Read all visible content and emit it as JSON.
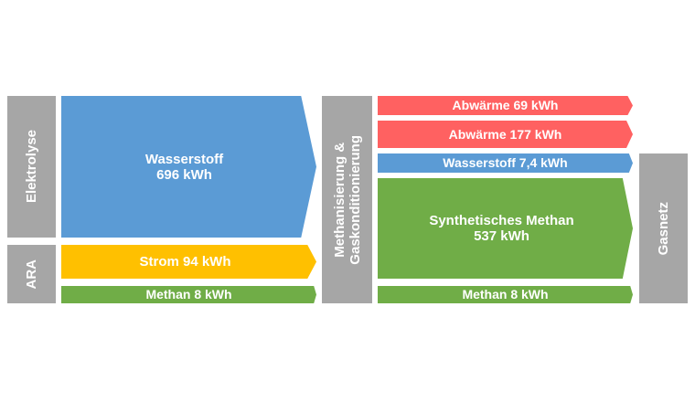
{
  "colors": {
    "grey": "#a6a6a6",
    "blue": "#5b9bd5",
    "orange": "#ffc000",
    "green": "#70ad47",
    "red": "#ff6161"
  },
  "nodes": {
    "elektrolyse": "Elektrolyse",
    "ara": "ARA",
    "methanisierung_line1": "Methanisierung &",
    "methanisierung_line2": "Gaskonditionierung",
    "gasnetz": "Gasnetz"
  },
  "flows_in": {
    "wasserstoff_line1": "Wasserstoff",
    "wasserstoff_line2": "696 kWh",
    "strom": "Strom 94 kWh",
    "methan": "Methan 8 kWh"
  },
  "flows_out": {
    "abwaerme_1": "Abwärme 69 kWh",
    "abwaerme_2": "Abwärme 177 kWh",
    "wasserstoff": "Wasserstoff 7,4 kWh",
    "synth_methan_line1": "Synthetisches Methan",
    "synth_methan_line2": "537 kWh",
    "methan": "Methan 8 kWh"
  }
}
